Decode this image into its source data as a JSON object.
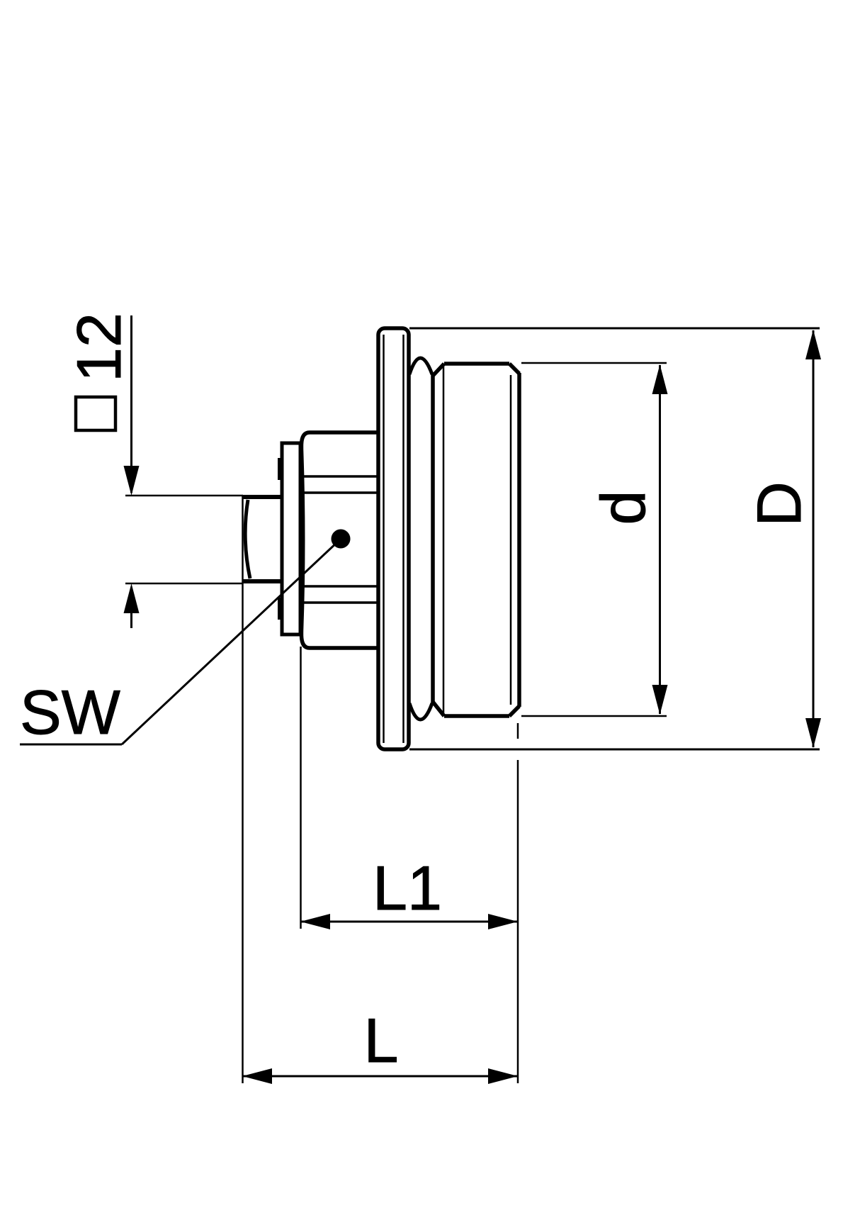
{
  "drawing": {
    "type": "technical-dimension-drawing",
    "background_color": "#ffffff",
    "line_color": "#000000",
    "labels": {
      "square_size": "12",
      "wrench_size": "SW",
      "thread_diameter": "d",
      "outer_diameter": "D",
      "length_l1": "L1",
      "length_total": "L"
    }
  }
}
